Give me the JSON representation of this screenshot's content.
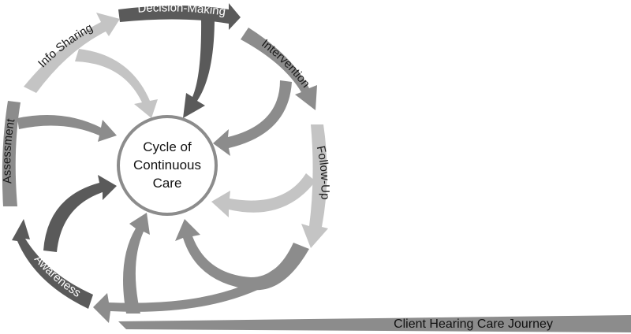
{
  "center": {
    "line1": "Cycle of",
    "line2": "Continuous",
    "line3": "Care"
  },
  "stages": {
    "decision_making": "Decision-Making",
    "intervention": "Intervention",
    "follow_up": "Follow-Up",
    "awareness": "Awareness",
    "assessment": "Assessment",
    "info_sharing": "Info Sharing"
  },
  "journey": {
    "label": "Client Hearing Care Journey"
  },
  "colors": {
    "dark": "#5a5a5a",
    "mid": "#8c8c8c",
    "light": "#c4c4c4",
    "circle_stroke": "#8c8c8c"
  }
}
